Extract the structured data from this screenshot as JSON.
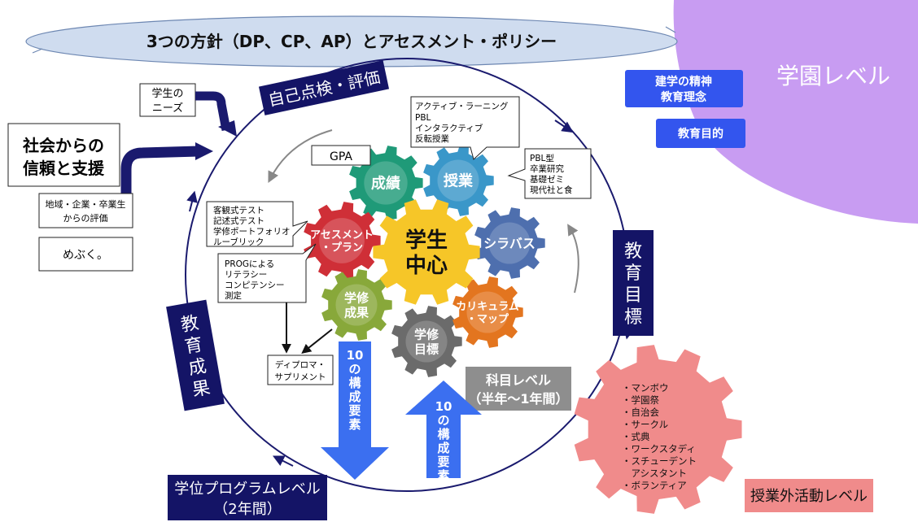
{
  "banner": {
    "title": "3つの方針（DP、CP、AP）とアセスメント・ポリシー"
  },
  "corner": {
    "label": "学園レベル",
    "spirit": [
      "建学の精神",
      "教育理念"
    ],
    "purpose": "教育目的",
    "color": "#c89cf2"
  },
  "labels": {
    "self_review": "自己点検・評価",
    "edu_goal": [
      "教",
      "育",
      "目",
      "標"
    ],
    "edu_result": [
      "教",
      "育",
      "成",
      "果"
    ],
    "program_level": [
      "学位プログラムレベル",
      "（2年間）"
    ],
    "subject_level": [
      "科目レベル",
      "（半年～1年間）"
    ],
    "extra_level": "授業外活動レベル"
  },
  "left": {
    "needs": [
      "学生の",
      "ニーズ"
    ],
    "trust": [
      "社会からの",
      "信頼と支援"
    ],
    "eval": [
      "地域・企業・卒業生",
      "からの評価"
    ],
    "mebuku": "めぶく。"
  },
  "notes": {
    "gpa": "GPA",
    "teaching_methods": [
      "アクティブ・ラーニング",
      "PBL",
      "インタラクティブ",
      "反転授業"
    ],
    "pbl": [
      "PBL型",
      "卒業研究",
      "基礎ゼミ",
      "現代社と食"
    ],
    "tests": [
      "客観式テスト",
      "記述式テスト",
      "学修ポートフォリオ",
      "ルーブリック"
    ],
    "prog": [
      "PROGによる",
      "リテラシー",
      "コンピテンシー",
      "測定"
    ],
    "diploma": [
      "ディプロマ・",
      "サプリメント"
    ]
  },
  "gears": {
    "center": [
      "学生",
      "中心"
    ],
    "seiseki": "成績",
    "jugyo": "授業",
    "syllabus": "シラバス",
    "assessment": [
      "アセスメント",
      "・プラン"
    ],
    "gakushu_seika": [
      "学修",
      "成果"
    ],
    "gakushu_mokuhyo": [
      "学修",
      "目標"
    ],
    "curriculum": [
      "カリキュラム",
      "・マップ"
    ]
  },
  "arrows": {
    "down_label": [
      "10",
      "の",
      "構",
      "成",
      "要",
      "素"
    ],
    "up_label": [
      "10",
      "の",
      "構",
      "成",
      "要",
      "素"
    ]
  },
  "activities": [
    "・マンボウ",
    "・学園祭",
    "・自治会",
    "・サークル",
    "・式典",
    "・ワークスタディ",
    "・スチューデント",
    "　アシスタント",
    "・ボランティア"
  ]
}
